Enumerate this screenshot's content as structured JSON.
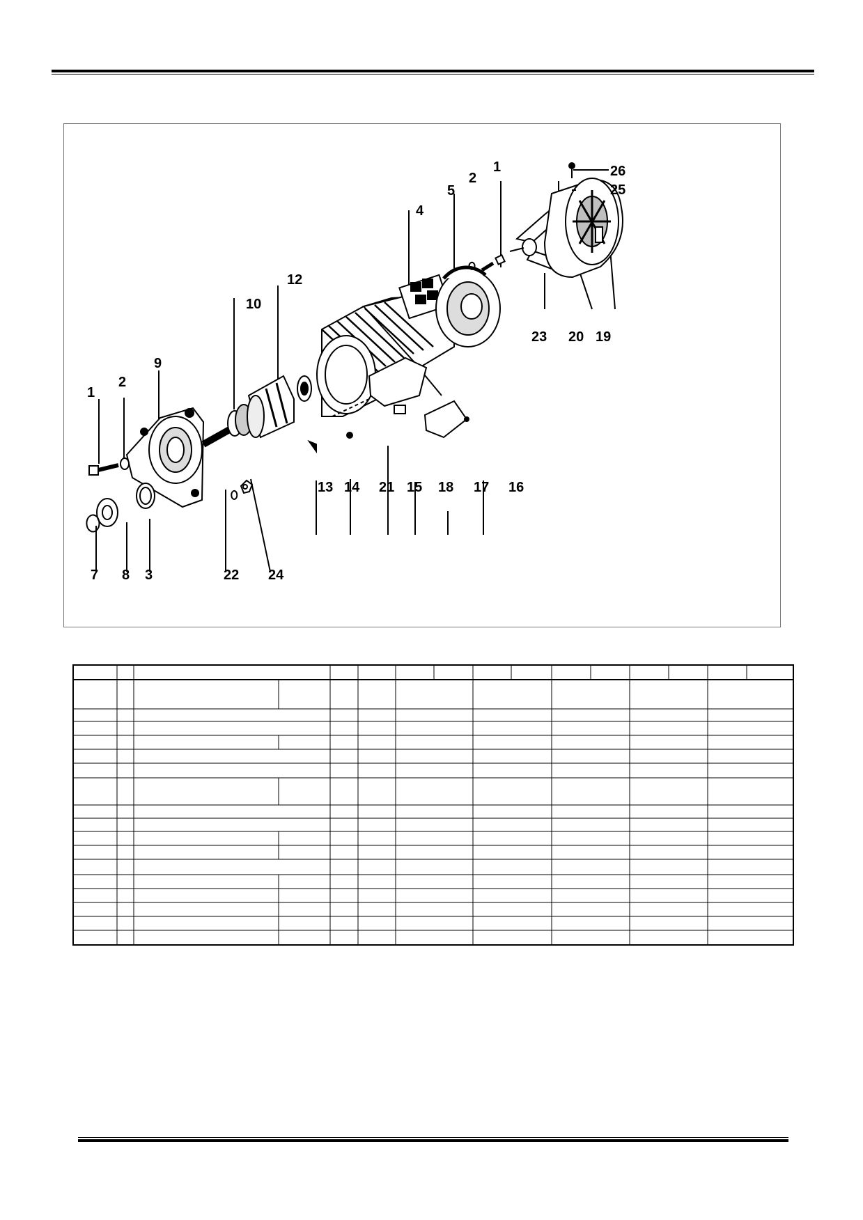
{
  "diagram": {
    "callouts": [
      "1",
      "2",
      "1",
      "2",
      "4",
      "5",
      "26",
      "25",
      "12",
      "10",
      "9",
      "23",
      "20",
      "19",
      "13",
      "14",
      "21",
      "15",
      "18",
      "17",
      "16",
      "7",
      "8",
      "3",
      "22",
      "24"
    ]
  },
  "parts_table": {
    "rows": [],
    "note": ""
  }
}
